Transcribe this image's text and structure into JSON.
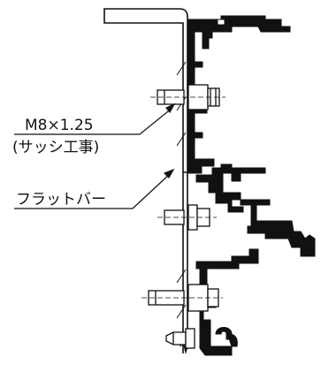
{
  "labels": {
    "bolt_spec": "M8×1.25",
    "bolt_note": "(サッシ工事)",
    "flat_bar": "フラットバー"
  },
  "colors": {
    "ink": "#111111",
    "profile_fill": "#111111",
    "background": "#ffffff"
  }
}
